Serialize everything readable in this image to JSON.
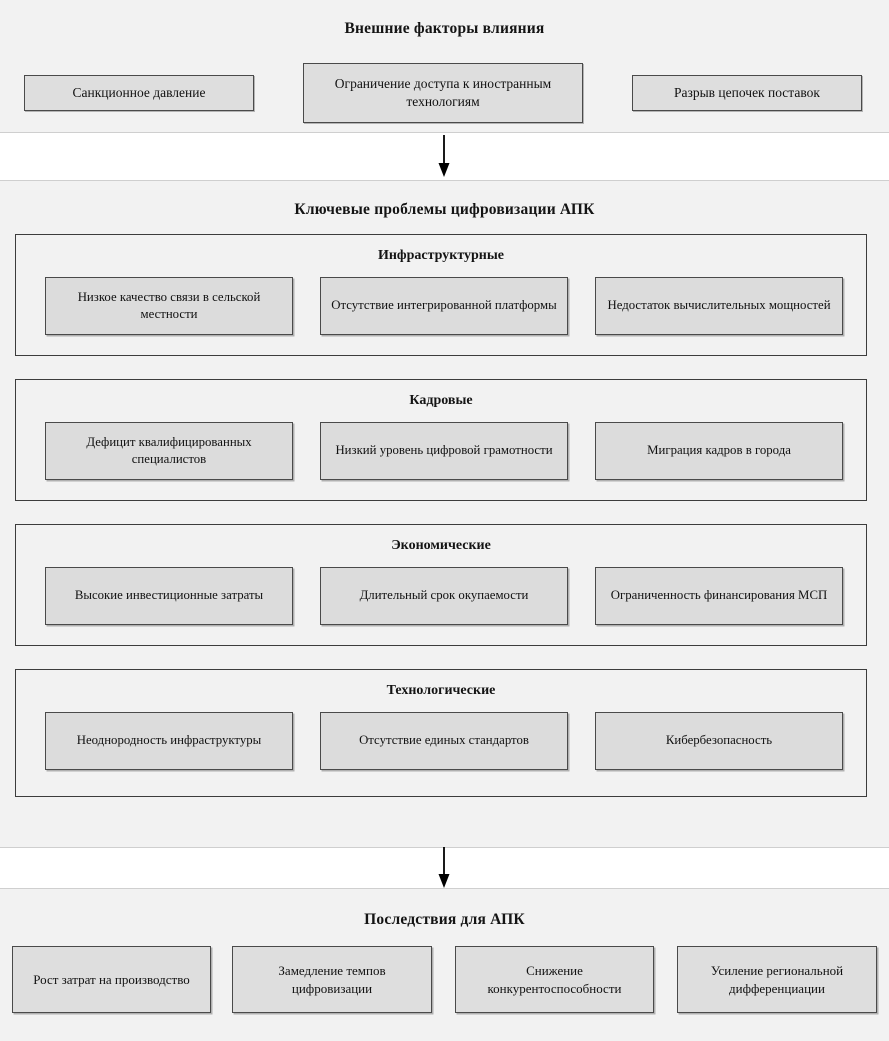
{
  "diagram": {
    "title": "Ключевые проблемы цифровизации АПК",
    "colors": {
      "band_background": "#f2f2f2",
      "box_fill": "#dcdcdc",
      "box_border": "#4a4a4a",
      "category_border": "#3d3d3d",
      "page_background": "#ffffff",
      "text": "#111111"
    }
  },
  "external": {
    "title": "Внешние факторы влияния",
    "items": [
      {
        "label": "Санкционное давление"
      },
      {
        "label": "Ограничение доступа к иностранным технологиям"
      },
      {
        "label": "Разрыв цепочек поставок"
      }
    ]
  },
  "arrows": [
    {
      "name": "arrow-external-to-problems",
      "direction": "down"
    },
    {
      "name": "arrow-problems-to-consequences",
      "direction": "down"
    }
  ],
  "problems": {
    "title": "Ключевые проблемы цифровизации АПК",
    "categories": [
      {
        "title": "Инфраструктурные",
        "items": [
          {
            "label": "Низкое качество связи в сельской местности"
          },
          {
            "label": "Отсутствие интегрированной платформы"
          },
          {
            "label": "Недостаток вычислительных мощностей"
          }
        ]
      },
      {
        "title": "Кадровые",
        "items": [
          {
            "label": "Дефицит квалифицированных специалистов"
          },
          {
            "label": "Низкий уровень цифровой грамотности"
          },
          {
            "label": "Миграция кадров в города"
          }
        ]
      },
      {
        "title": "Экономические",
        "items": [
          {
            "label": "Высокие инвестиционные затраты"
          },
          {
            "label": "Длительный срок окупаемости"
          },
          {
            "label": "Ограниченность финансирования МСП"
          }
        ]
      },
      {
        "title": "Технологические",
        "items": [
          {
            "label": "Неоднородность инфраструктуры"
          },
          {
            "label": "Отсутствие единых стандартов"
          },
          {
            "label": "Кибербезопасность"
          }
        ]
      }
    ]
  },
  "consequences": {
    "title": "Последствия для АПК",
    "items": [
      {
        "label": "Рост затрат на производство"
      },
      {
        "label": "Замедление темпов цифровизации"
      },
      {
        "label": "Снижение конкурентоспособности"
      },
      {
        "label": "Усиление региональной дифференциации"
      }
    ]
  }
}
